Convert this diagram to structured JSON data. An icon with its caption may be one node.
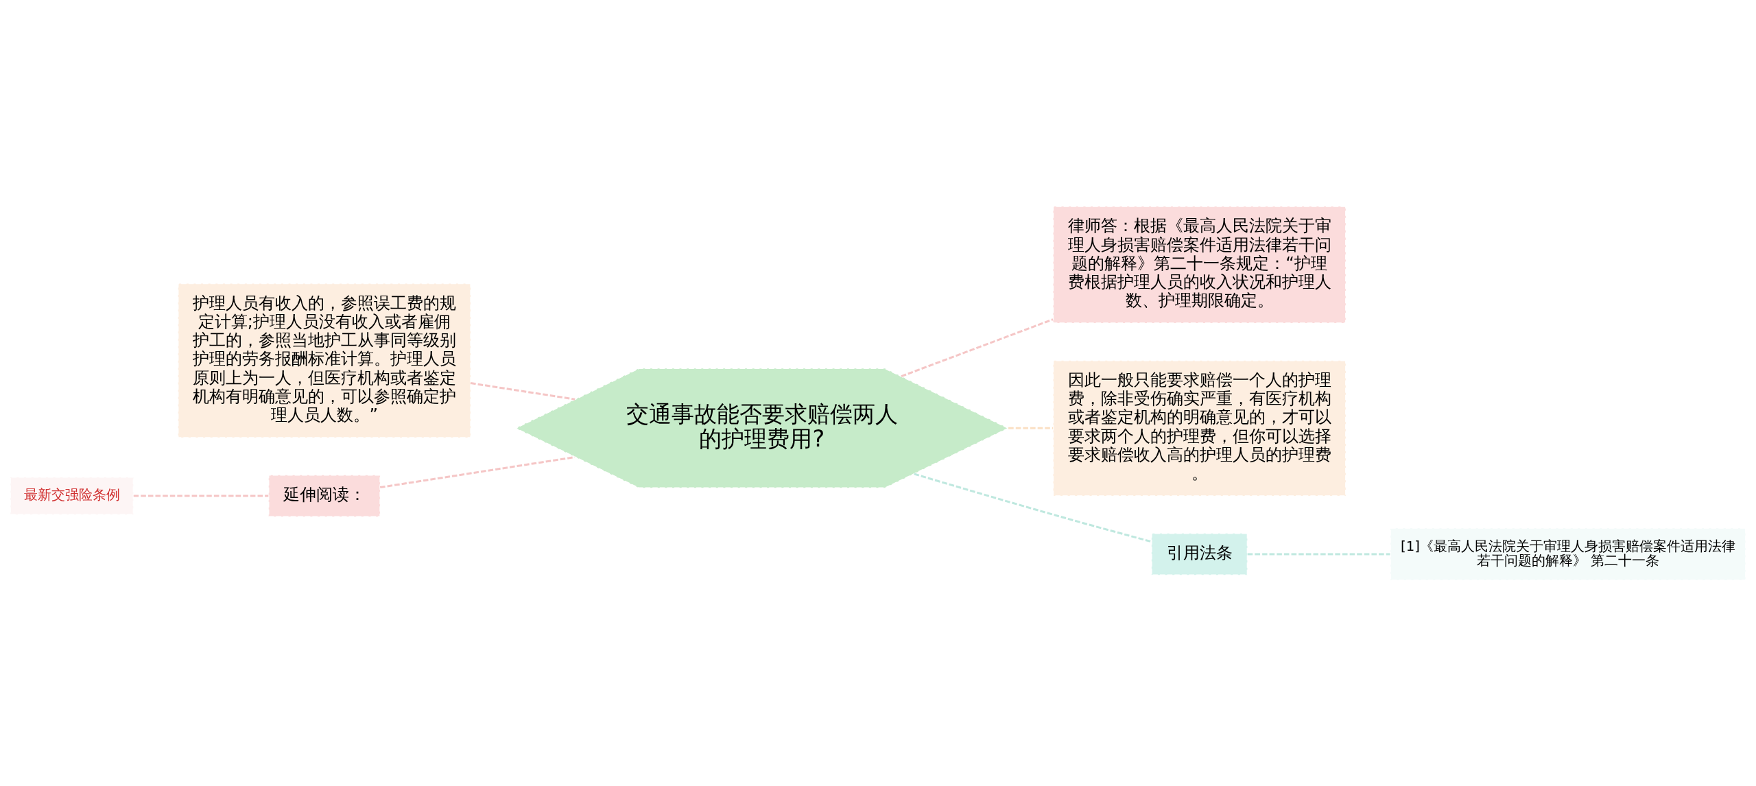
{
  "diagram": {
    "nodes": [
      {
        "text": [
          "交通事故能否要求赔偿两人的护理费用?"
        ]
      },
      {
        "text": [
          "护理人员有收入的，参照误工费的规定计算;护理人员没有收入或者雇佣护工的，参照当地护工从事同等级别护理的劳务报酬标准计算。护理人员原则上为一人，但医疗机构或者鉴定机构有明确意见的，可以参照确定护理人员人数。”"
        ]
      },
      {
        "text": [
          "延伸阅读："
        ]
      },
      {
        "text": [
          "最新交强险条例"
        ]
      },
      {
        "text": [
          "律师答：根据《最高人民法院关于审理人身损害赔偿案件适用法律若干问题的解释》第二十一条规定：“护理费根据护理人员的收入状况和护理人数、护理期限确定。"
        ]
      },
      {
        "text": [
          "因此一般只能要求赔偿一个人的护理费，除非受伤确实严重，有医疗机构或者鉴定机构的明确意见的，才可以要求两个人的护理费，但你可以选择要求赔偿收入高的护理人员的护理费。"
        ]
      },
      {
        "text": [
          "引用法条"
        ]
      },
      {
        "text": [
          "[1]《最高人民法院关于审理人身损害赔偿案件适用法律若干问题的解释》 第二十一条"
        ]
      }
    ],
    "edges": [
      {
        "from": 0,
        "to": 1,
        "arrow": "none",
        "style": "dashed",
        "color": "#f5c6c6"
      },
      {
        "from": 0,
        "to": 2,
        "arrow": "none",
        "style": "dashed",
        "color": "#f5c6c6"
      },
      {
        "from": 2,
        "to": 3,
        "arrow": "none",
        "style": "dashed",
        "color": "#f5c6c6"
      },
      {
        "from": 0,
        "to": 4,
        "arrow": "none",
        "style": "dashed",
        "color": "#f5c6c6"
      },
      {
        "from": 0,
        "to": 5,
        "arrow": "none",
        "style": "dashed",
        "color": "#fbe0c4"
      },
      {
        "from": 0,
        "to": 6,
        "arrow": "none",
        "style": "dashed",
        "color": "#bfe8df"
      },
      {
        "from": 6,
        "to": 7,
        "arrow": "none",
        "style": "dashed",
        "color": "#bfe8df"
      }
    ]
  }
}
